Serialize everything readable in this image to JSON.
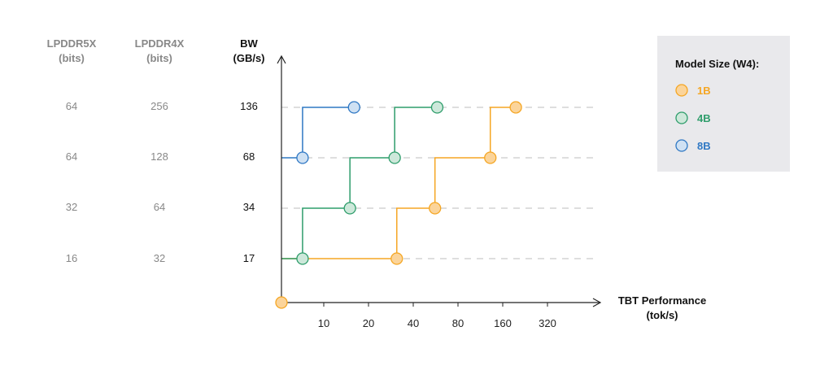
{
  "table": {
    "headers": {
      "lpddr5x": [
        "LPDDR5X",
        "(bits)"
      ],
      "lpddr4x": [
        "LPDDR4X",
        "(bits)"
      ],
      "bw": [
        "BW",
        "(GB/s)"
      ]
    },
    "rows": [
      {
        "lpddr5x": "64",
        "lpddr4x": "256",
        "bw": "136"
      },
      {
        "lpddr5x": "64",
        "lpddr4x": "128",
        "bw": "68"
      },
      {
        "lpddr5x": "32",
        "lpddr4x": "64",
        "bw": "34"
      },
      {
        "lpddr5x": "16",
        "lpddr4x": "32",
        "bw": "17"
      }
    ]
  },
  "chart_data": {
    "type": "line",
    "step": true,
    "x_axis": {
      "title": [
        "TBT Performance",
        "(tok/s)"
      ],
      "scale": "log2",
      "ticks": [
        10,
        20,
        40,
        80,
        160,
        320
      ]
    },
    "y_axis": {
      "title": [
        "BW",
        "(GB/s)"
      ],
      "scale": "log2",
      "ticks": [
        17,
        34,
        68,
        136
      ]
    },
    "grid": "horizontal-dashed",
    "origin_point": {
      "x": 5,
      "y": 8.5,
      "color": "#f5a623"
    },
    "legend": {
      "title": "Model Size (W4):",
      "position": "top-right",
      "entries": [
        {
          "label": "1B",
          "color": "#f5a623",
          "fill": "#fbd49a"
        },
        {
          "label": "4B",
          "color": "#2e9d6b",
          "fill": "#cde8da"
        },
        {
          "label": "8B",
          "color": "#2f78c4",
          "fill": "#cfe1f3"
        }
      ]
    },
    "series": [
      {
        "name": "1B",
        "color": "#f5a623",
        "fill": "#fbd49a",
        "points": [
          {
            "x": 31,
            "y": 17
          },
          {
            "x": 56,
            "y": 34
          },
          {
            "x": 132,
            "y": 68
          },
          {
            "x": 196,
            "y": 136
          }
        ]
      },
      {
        "name": "4B",
        "color": "#2e9d6b",
        "fill": "#cde8da",
        "points": [
          {
            "x": 7.2,
            "y": 17
          },
          {
            "x": 15,
            "y": 34
          },
          {
            "x": 30,
            "y": 68
          },
          {
            "x": 58,
            "y": 136
          }
        ]
      },
      {
        "name": "8B",
        "color": "#2f78c4",
        "fill": "#cfe1f3",
        "points": [
          {
            "x": 7.2,
            "y": 68
          },
          {
            "x": 16,
            "y": 136
          }
        ]
      }
    ]
  }
}
